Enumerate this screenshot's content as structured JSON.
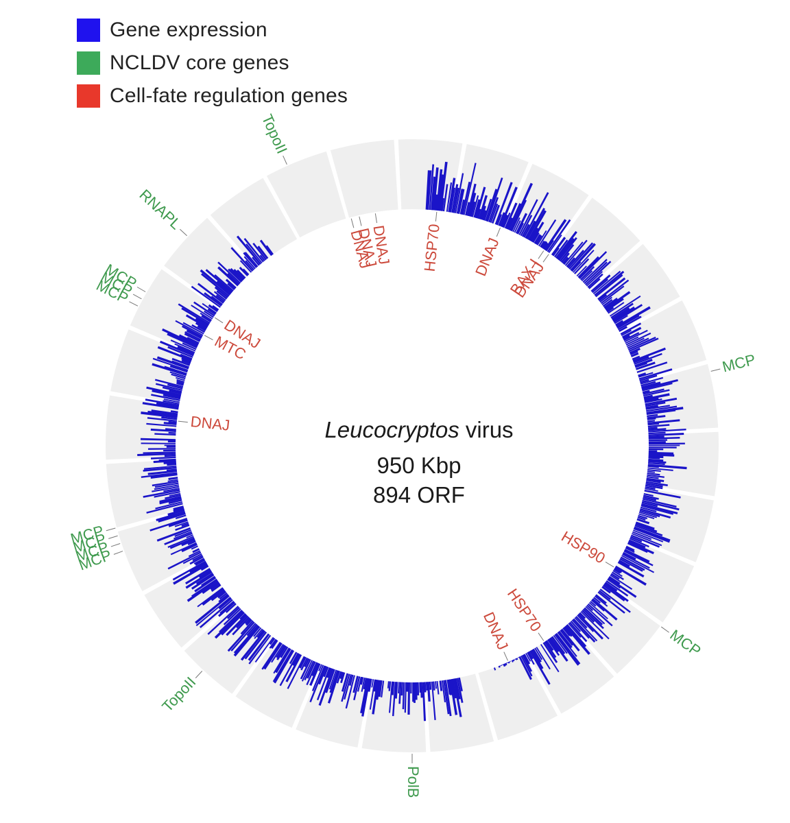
{
  "legend": {
    "expression": {
      "label": "Gene expression",
      "color": "#1f12ee"
    },
    "core": {
      "label": "NCLDV core genes",
      "color": "#3daa5a"
    },
    "regulation": {
      "label": "Cell-fate regulation genes",
      "color": "#e8382b"
    }
  },
  "center": {
    "title_italic": "Leucocryptos",
    "title_rest": " virus",
    "size": "950 Kbp",
    "orf": "894 ORF"
  },
  "colors": {
    "bars": "#1a14c8",
    "ring": "#efefef",
    "core_text": "#3f9a4e",
    "regulation_text": "#cc4a3c",
    "leader": "#777777"
  },
  "genome": {
    "total_kbp": 950,
    "contig_count": 28
  },
  "annotations": [
    {
      "label": "TopoII",
      "type": "core",
      "angle": -24
    },
    {
      "label": "RNAPL",
      "type": "core",
      "angle": -47
    },
    {
      "label": "MCP",
      "type": "core",
      "angle": -60
    },
    {
      "label": "MCP",
      "type": "core",
      "angle": -61.5
    },
    {
      "label": "MCP",
      "type": "core",
      "angle": -63
    },
    {
      "label": "DNAJ",
      "type": "regulation",
      "angle": -15
    },
    {
      "label": "DNAJ",
      "type": "regulation",
      "angle": -13
    },
    {
      "label": "DNAJ",
      "type": "regulation",
      "angle": -9
    },
    {
      "label": "HSP70",
      "type": "regulation",
      "angle": 6
    },
    {
      "label": "DNAJ",
      "type": "regulation",
      "angle": 22
    },
    {
      "label": "BAX-I",
      "type": "regulation",
      "angle": 34
    },
    {
      "label": "DNAJ",
      "type": "regulation",
      "angle": 35.5
    },
    {
      "label": "DNAJ",
      "type": "regulation",
      "angle": -57
    },
    {
      "label": "MTC",
      "type": "regulation",
      "angle": -62
    },
    {
      "label": "DNAJ",
      "type": "regulation",
      "angle": -84
    },
    {
      "label": "MCP",
      "type": "core",
      "angle": 76
    },
    {
      "label": "HSP90",
      "type": "regulation",
      "angle": 121
    },
    {
      "label": "MCP",
      "type": "core",
      "angle": 126
    },
    {
      "label": "HSP70",
      "type": "regulation",
      "angle": 146
    },
    {
      "label": "DNAJ",
      "type": "regulation",
      "angle": 156
    },
    {
      "label": "PolB",
      "type": "core",
      "angle": 180
    },
    {
      "label": "TopoII",
      "type": "core",
      "angle": 223
    },
    {
      "label": "MCP",
      "type": "core",
      "angle": 250
    },
    {
      "label": "MCP",
      "type": "core",
      "angle": 251.5
    },
    {
      "label": "MCP",
      "type": "core",
      "angle": 253
    },
    {
      "label": "MCP",
      "type": "core",
      "angle": 254.5
    }
  ]
}
